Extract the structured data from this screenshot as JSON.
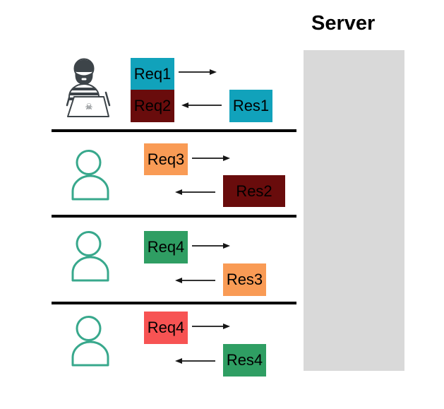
{
  "title": "Server",
  "colors": {
    "teal": "#11a2bb",
    "maroon": "#690c0c",
    "orange": "#f99b55",
    "green": "#2f9e63",
    "red": "#f75353",
    "server_fill": "#d9d9d9",
    "user_icon": "#38a88c",
    "attacker_icon": "#3d4449"
  },
  "icons": {
    "skull_glyph": "☠"
  },
  "rows": [
    {
      "actor": "attacker",
      "requests": [
        {
          "label": "Req1",
          "color": "teal"
        },
        {
          "label": "Req2",
          "color": "maroon"
        }
      ],
      "responses": [
        {
          "label": "Res1",
          "color": "teal"
        }
      ]
    },
    {
      "actor": "user",
      "requests": [
        {
          "label": "Req3",
          "color": "orange"
        }
      ],
      "responses": [
        {
          "label": "Res2",
          "color": "maroon"
        }
      ]
    },
    {
      "actor": "user",
      "requests": [
        {
          "label": "Req4",
          "color": "green"
        }
      ],
      "responses": [
        {
          "label": "Res3",
          "color": "orange"
        }
      ]
    },
    {
      "actor": "user",
      "requests": [
        {
          "label": "Req4",
          "color": "red"
        }
      ],
      "responses": [
        {
          "label": "Res4",
          "color": "green"
        }
      ]
    }
  ]
}
